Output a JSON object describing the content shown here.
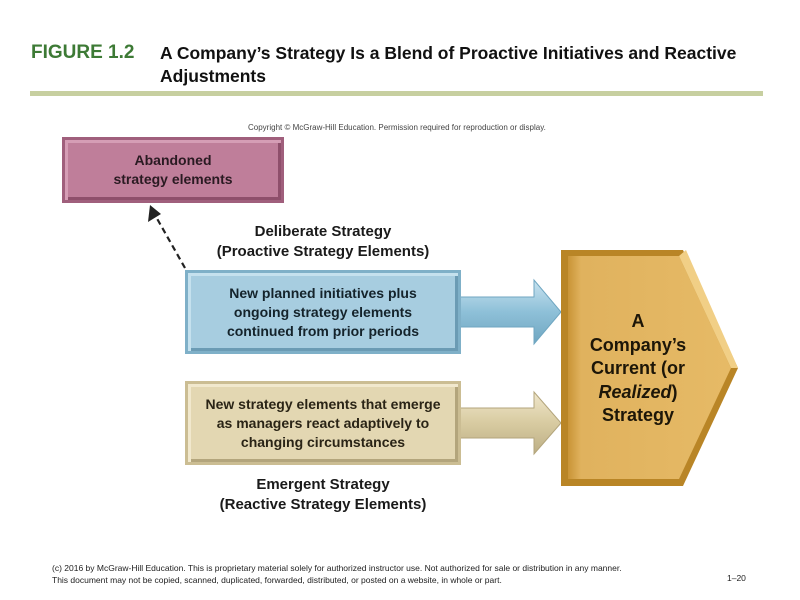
{
  "figure": {
    "label": "FIGURE 1.2",
    "title": "A Company’s Strategy Is a Blend of Proactive Initiatives and Reactive Adjustments"
  },
  "copyright_top": "Copyright © McGraw-Hill Education. Permission required for reproduction or display.",
  "diagram": {
    "abandoned": [
      "Abandoned",
      "strategy elements"
    ],
    "deliberate_header": [
      "Deliberate Strategy",
      "(Proactive Strategy Elements)"
    ],
    "deliberate_box": [
      "New planned initiatives plus",
      "ongoing strategy elements",
      "continued from prior periods"
    ],
    "emergent_box": [
      "New strategy elements that emerge",
      "as managers react adaptively to",
      "changing circumstances"
    ],
    "emergent_header": [
      "Emergent Strategy",
      "(Reactive Strategy Elements)"
    ],
    "realized": {
      "line1": "A",
      "line2": "Company’s",
      "line3": "Current (or",
      "line4_italic": "Realized",
      "line4_close": ")",
      "line5": "Strategy"
    }
  },
  "colors": {
    "abandoned": "#bf7e9a",
    "deliberate": "#a7cde0",
    "emergent": "#e3d7b2",
    "realized": "#e0b25e",
    "figure_label": "#3d7a35",
    "rule": "#c7cfa0"
  },
  "footer": {
    "notice": "(c) 2016 by McGraw-Hill Education.  This is proprietary material solely for authorized instructor use. Not authorized for sale or distribution in any manner.  This document may not be copied, scanned, duplicated, forwarded, distributed, or posted on a website, in whole or part.",
    "page": "1–20"
  }
}
